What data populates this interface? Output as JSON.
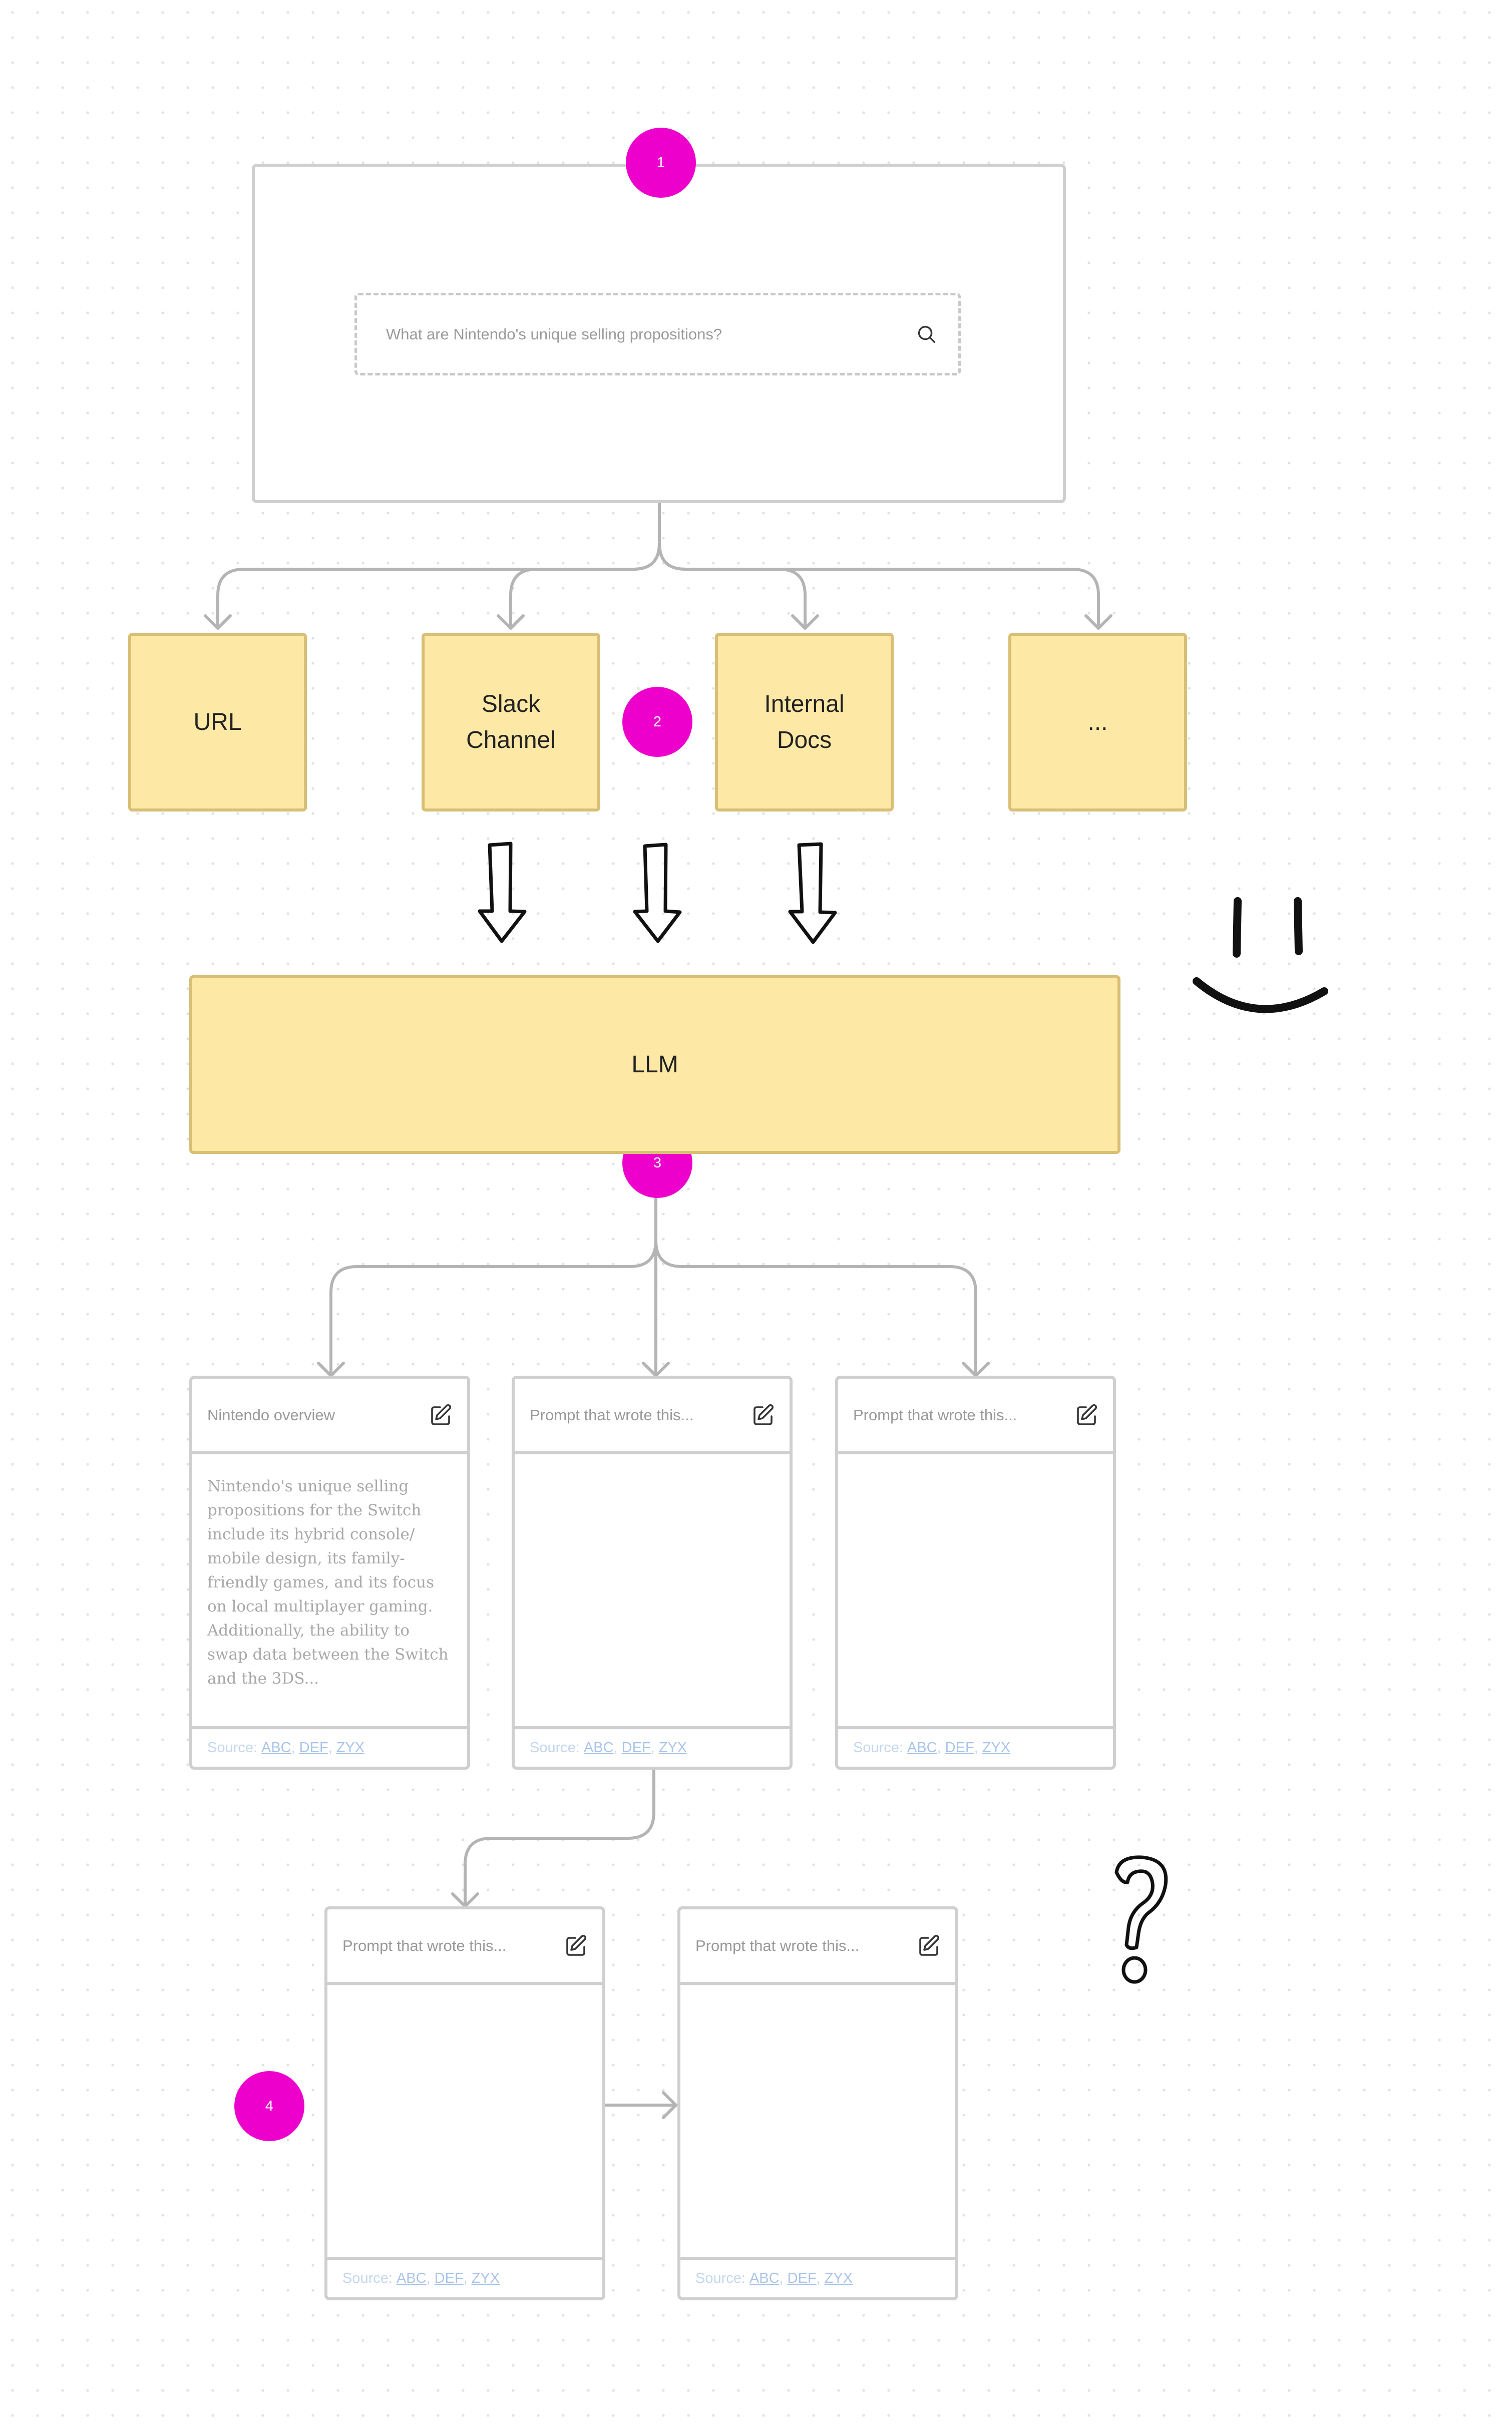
{
  "search": {
    "placeholder": "What are Nintendo's unique selling propositions?",
    "icon": "search-icon"
  },
  "badges": [
    "1",
    "2",
    "3",
    "4"
  ],
  "sources": [
    "URL",
    "Slack\nChannel",
    "Internal\nDocs",
    "..."
  ],
  "llm": {
    "label": "LLM"
  },
  "cards": [
    {
      "title": "Nintendo overview",
      "body": "Nintendo's unique selling propositions for the Switch include its hybrid console/ mobile design, its family-friendly games, and its focus on local multiplayer gaming. Additionally, the ability to swap data between the Switch and the 3DS...",
      "source_label": "Source:",
      "links": [
        "ABC",
        "DEF",
        "ZYX"
      ]
    },
    {
      "title": "Prompt that wrote this...",
      "body": "",
      "source_label": "Source:",
      "links": [
        "ABC",
        "DEF",
        "ZYX"
      ]
    },
    {
      "title": "Prompt that wrote this...",
      "body": "",
      "source_label": "Source:",
      "links": [
        "ABC",
        "DEF",
        "ZYX"
      ]
    },
    {
      "title": "Prompt that wrote this...",
      "body": "",
      "source_label": "Source:",
      "links": [
        "ABC",
        "DEF",
        "ZYX"
      ]
    },
    {
      "title": "Prompt that wrote this...",
      "body": "",
      "source_label": "Source:",
      "links": [
        "ABC",
        "DEF",
        "ZYX"
      ]
    }
  ],
  "colors": {
    "badge": "#ee00cc",
    "sticky": "#fde8a6",
    "sticky_border": "#d8bf75",
    "frame_border": "#cfcfcf",
    "link": "#a9c4ea"
  }
}
